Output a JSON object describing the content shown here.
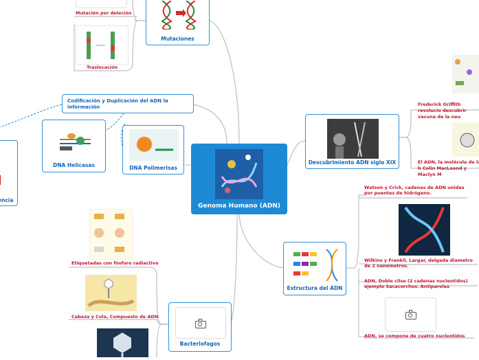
{
  "central": {
    "title": "Genoma Humano (ADN)"
  },
  "nodes": {
    "mutaciones": "Mutaciones",
    "codificacion": "Codificación y Duplicación del ADN la información",
    "helicasas": "DNA Helicasas",
    "polimerisas": "DNA Polimerisas",
    "descubrimiento": "Descubrimiento ADN siglo XIX",
    "estructura": "Estructura del ADN",
    "bacteriofagos": "Bacteriofagos"
  },
  "leaves": {
    "mutacion_delecion": "Mutación por deleción",
    "traslocacion": "Traslocación",
    "etiquetadas": "Etiquetadas con fósforo radiactivo",
    "cabeza_cola": "Cabeza y Cola, Compuesto de ADN",
    "griffith": "Frederick Griffith revolucio descubrir vacuna de la neu",
    "adn_molecula": "El ADN, la molécula de la h Colin MacLeond y Maclyn M",
    "watson_crick": "Watson y Crick, cadenas de ADN unidas por puentes de hidrógeno.",
    "wilkins": "Wilkins y Frankil, Largar, delgada diametro de 2 nanómetros.",
    "doble_cilse": "ADN, Doble cilse (2 cadenas nucleotidos) ejemplo Sacacorchos. Antiparelas",
    "cuatro_nucleotidos": "ADN, se compone de cuatro nucleotidos",
    "left_partial": "encia"
  }
}
